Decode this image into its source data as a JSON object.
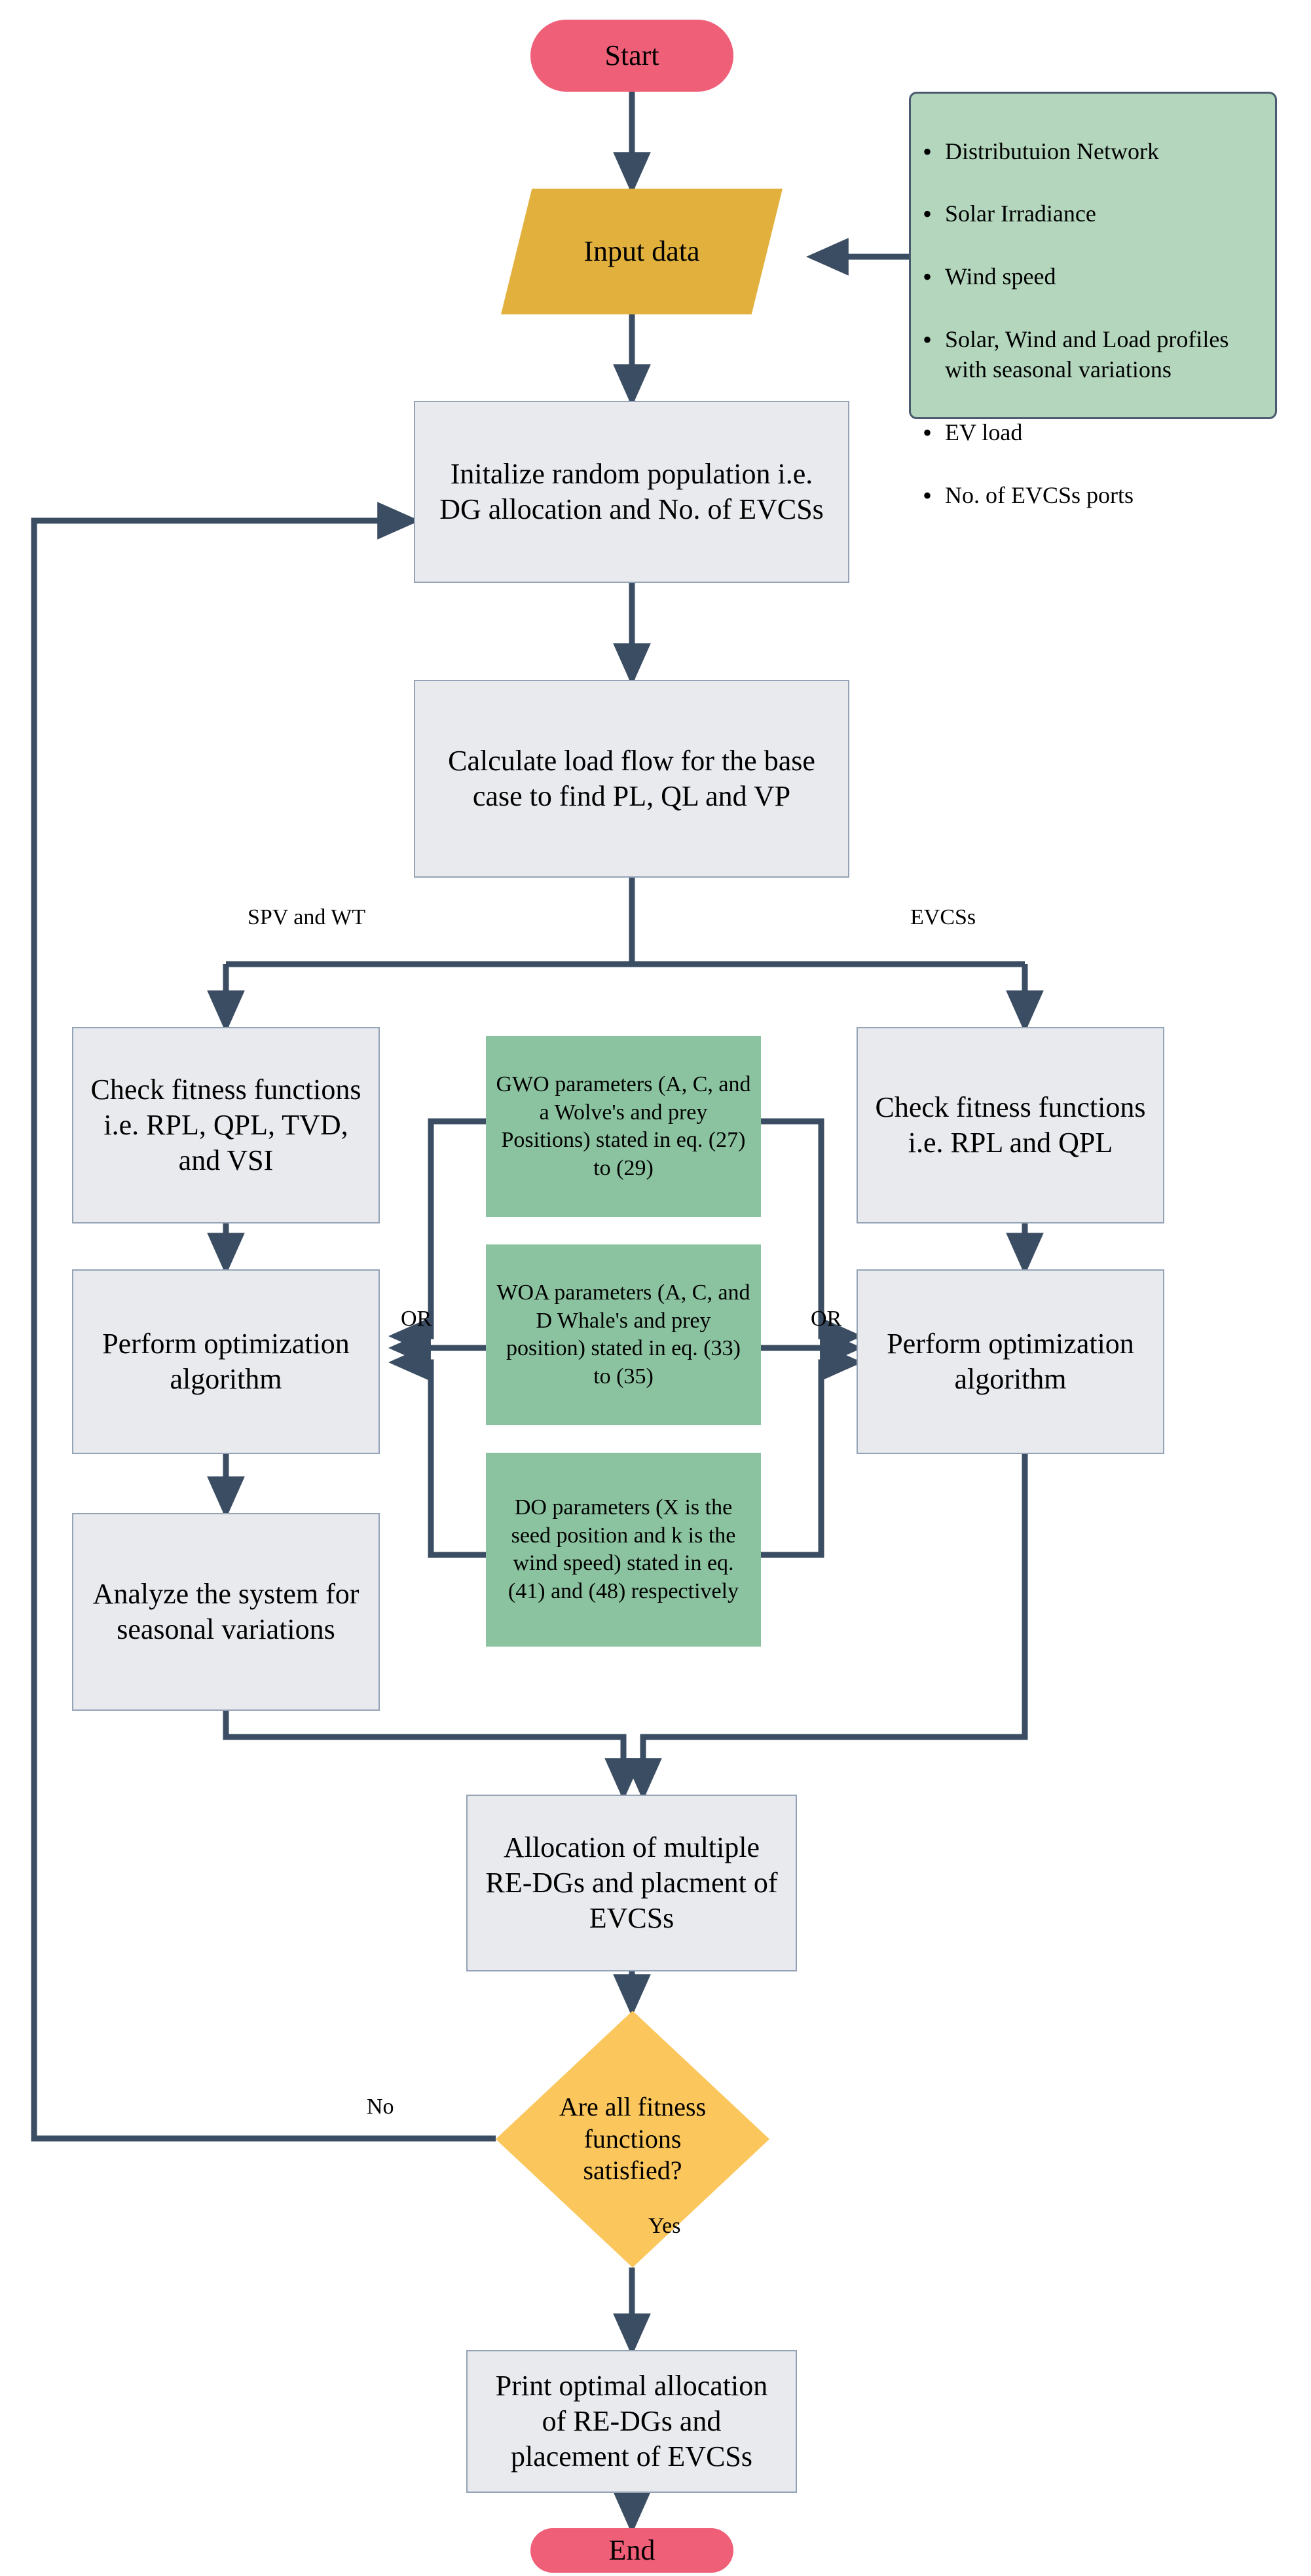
{
  "diagram": {
    "title": "Optimization flowchart for RE-DG allocation and EVCS placement",
    "colors": {
      "terminator": "#ef5f78",
      "process_fill": "#e8eaee",
      "process_border": "#94a3b6",
      "input_parallelogram": "#e2b03c",
      "decision": "#fbc65c",
      "param_green": "#8bc3a0",
      "list_green": "#b3d6bd",
      "connector": "#3b4d63"
    }
  },
  "nodes": {
    "start": {
      "label": "Start",
      "shape": "terminator"
    },
    "input_data": {
      "label": "Input data",
      "shape": "parallelogram"
    },
    "input_list": {
      "shape": "list",
      "items": [
        "Distributuion Network",
        "Solar Irradiance",
        "Wind speed",
        "Solar, Wind and Load profiles with seasonal variations",
        "EV load",
        "No. of EVCSs ports"
      ]
    },
    "initialize": {
      "label": "Initalize random population i.e. DG allocation and No. of EVCSs",
      "shape": "process"
    },
    "load_flow": {
      "label": "Calculate load flow for the base case to find PL, QL and VP",
      "shape": "process"
    },
    "check_fitness_left": {
      "label": "Check fitness functions i.e. RPL, QPL, TVD, and VSI",
      "shape": "process"
    },
    "check_fitness_right": {
      "label": "Check fitness functions i.e. RPL and QPL",
      "shape": "process"
    },
    "optimize_left": {
      "label": "Perform optimization algorithm",
      "shape": "process"
    },
    "optimize_right": {
      "label": "Perform optimization algorithm",
      "shape": "process"
    },
    "analyze": {
      "label": "Analyze the system for seasonal variations",
      "shape": "process"
    },
    "gwo": {
      "label": "GWO parameters (A, C, and a Wolve's and prey Positions) stated in eq. (27) to (29)",
      "shape": "param"
    },
    "woa": {
      "label": "WOA parameters (A, C, and D Whale's and prey position) stated in eq. (33) to (35)",
      "shape": "param"
    },
    "do": {
      "label": "DO parameters (X is the seed position and k is the wind speed) stated in eq. (41) and (48) respectively",
      "shape": "param"
    },
    "allocation": {
      "label": "Allocation of multiple RE-DGs and placment of EVCSs",
      "shape": "process"
    },
    "decision": {
      "label": "Are all fitness functions satisfied?",
      "shape": "diamond"
    },
    "print": {
      "label": "Print optimal allocation of RE-DGs and placement of EVCSs",
      "shape": "process"
    },
    "end": {
      "label": "End",
      "shape": "terminator"
    }
  },
  "edge_labels": {
    "spv_wt": "SPV and WT",
    "evcss": "EVCSs",
    "or_left": "OR",
    "or_right": "OR",
    "no": "No",
    "yes": "Yes"
  }
}
